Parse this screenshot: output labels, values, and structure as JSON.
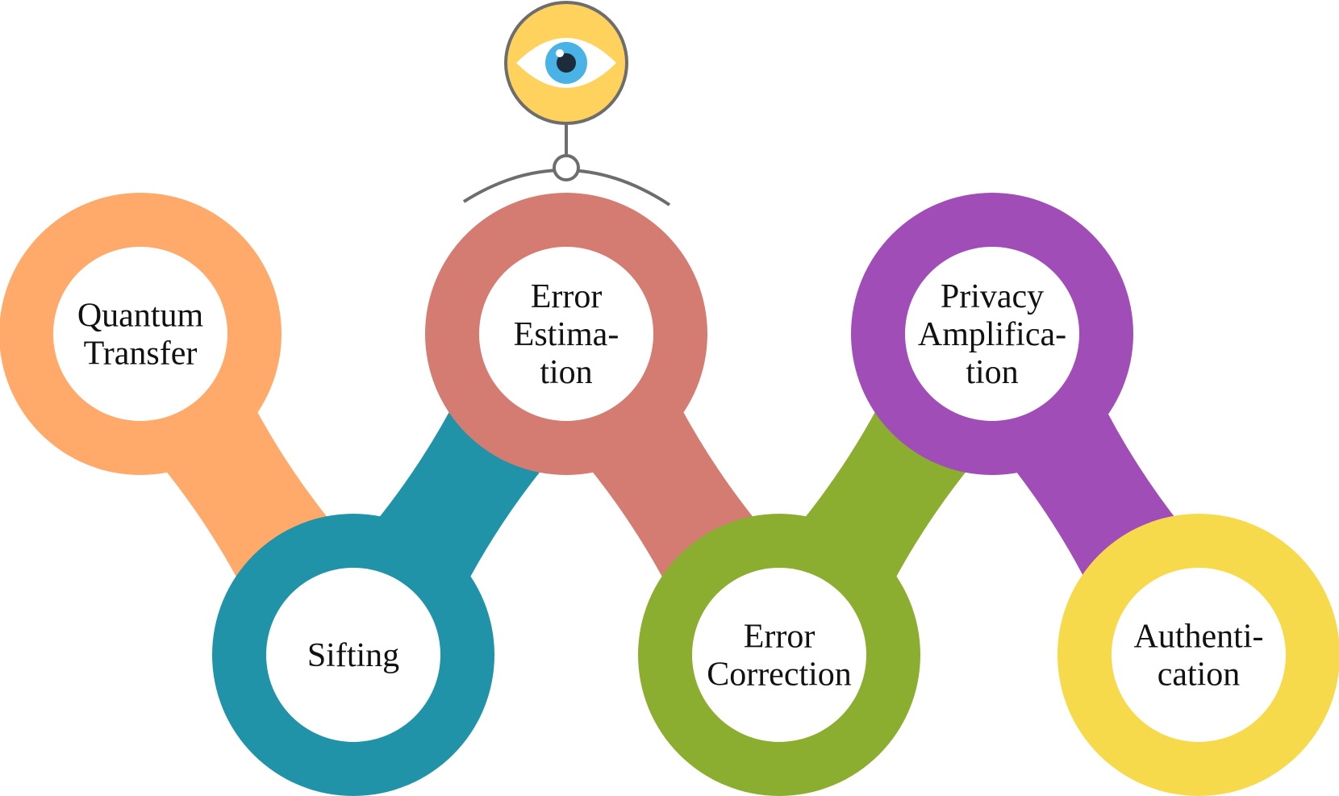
{
  "steps": [
    {
      "id": "quantum-transfer",
      "lines": [
        "Quantum",
        "Transfer"
      ],
      "color": "#FFAA6A"
    },
    {
      "id": "sifting",
      "lines": [
        "Sifting"
      ],
      "color": "#2193A8"
    },
    {
      "id": "error-estimation",
      "lines": [
        "Error",
        "Estima-",
        "tion"
      ],
      "color": "#D47C71"
    },
    {
      "id": "error-correction",
      "lines": [
        "Error",
        "Correction"
      ],
      "color": "#8CAE30"
    },
    {
      "id": "privacy-amplification",
      "lines": [
        "Privacy",
        "Amplifica-",
        "tion"
      ],
      "color": "#A04DB8"
    },
    {
      "id": "authentication",
      "lines": [
        "Authenti-",
        "cation"
      ],
      "color": "#F7DA4C"
    }
  ],
  "eye_icon": {
    "name": "eye-icon",
    "ring_color": "#FFD25E",
    "iris_color": "#4AB3E6",
    "stroke_color": "#6D6D6D"
  }
}
